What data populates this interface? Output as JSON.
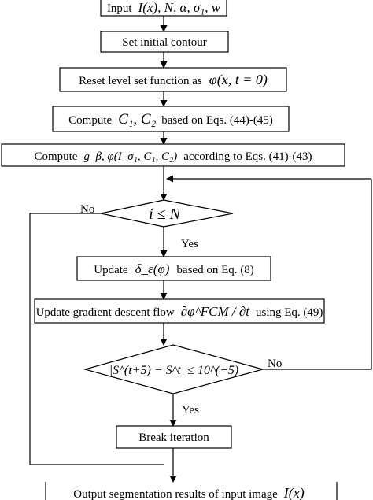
{
  "diagram": {
    "steps": {
      "input": {
        "text": "Input",
        "math": "I(x), N, α, σ₁, w"
      },
      "initial_contour": {
        "text": "Set initial contour"
      },
      "reset_level_set": {
        "text": "Reset level set function as",
        "math": "φ(x, t = 0)"
      },
      "compute_c": {
        "text_pre": "Compute",
        "math": "C₁, C₂",
        "text_post": "based on Eqs. (44)-(45)"
      },
      "compute_g": {
        "text_pre": "Compute",
        "math": "g_β, φ(I_σ₁, C₁, C₂)",
        "text_post": "according to Eqs. (41)-(43)"
      },
      "decision_iter": {
        "math": "i ≤ N"
      },
      "update_delta": {
        "text_pre": "Update",
        "math": "δ_ε(φ)",
        "text_post": "based on Eq. (8)"
      },
      "update_flow": {
        "text_pre": "Update gradient descent flow",
        "math": "∂φ^FCM / ∂t",
        "text_post": "using Eq. (49)"
      },
      "decision_conv": {
        "math": "|S^(t+5) − S^t| ≤ 10^(−5)"
      },
      "break": {
        "text": "Break iteration"
      },
      "output": {
        "text": "Output  segmentation results of input image",
        "math": "I(x)"
      }
    },
    "edge_labels": {
      "iter_no": "No",
      "iter_yes": "Yes",
      "conv_no": "No",
      "conv_yes": "Yes"
    }
  }
}
